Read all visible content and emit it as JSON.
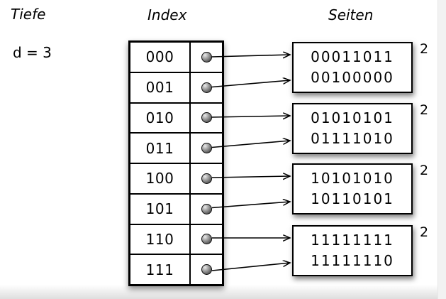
{
  "labels": {
    "tiefe": "Tiefe",
    "depth_value": "d = 3",
    "index": "Index",
    "seiten": "Seiten"
  },
  "index": {
    "rows": [
      "000",
      "001",
      "010",
      "011",
      "100",
      "101",
      "110",
      "111"
    ]
  },
  "pages": [
    {
      "line1": "00011011",
      "line2": "00100000",
      "local_depth": "2"
    },
    {
      "line1": "01010101",
      "line2": "01111010",
      "local_depth": "2"
    },
    {
      "line1": "10101010",
      "line2": "10110101",
      "local_depth": "2"
    },
    {
      "line1": "11111111",
      "line2": "11111110",
      "local_depth": "2"
    }
  ],
  "links": [
    {
      "from": "000",
      "to_page": 1
    },
    {
      "from": "001",
      "to_page": 1
    },
    {
      "from": "010",
      "to_page": 2
    },
    {
      "from": "011",
      "to_page": 2
    },
    {
      "from": "100",
      "to_page": 3
    },
    {
      "from": "101",
      "to_page": 3
    },
    {
      "from": "110",
      "to_page": 4
    },
    {
      "from": "111",
      "to_page": 4
    }
  ],
  "colors": {
    "stroke": "#000000",
    "background": "#ffffff",
    "page_edge_gray": "#f2f2f2"
  }
}
